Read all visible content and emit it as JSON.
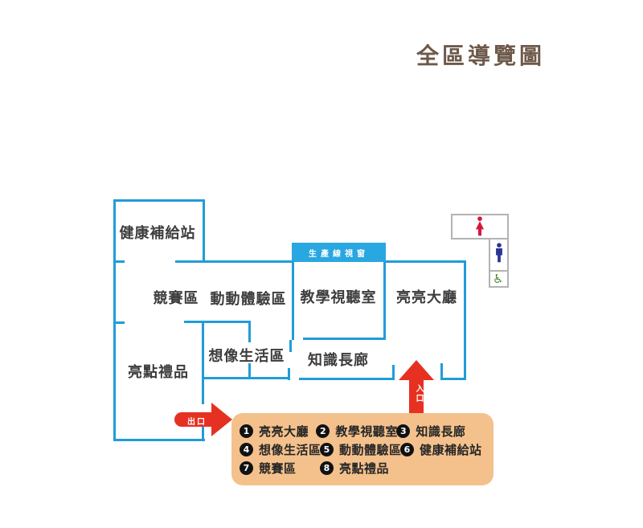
{
  "title": "全區導覽圖",
  "map": {
    "rooms": [
      {
        "id": "health-station",
        "label": "健康補給站"
      },
      {
        "id": "contest-area",
        "label": "競賽區"
      },
      {
        "id": "motion-experience",
        "label": "動動體驗區"
      },
      {
        "id": "av-classroom",
        "label": "教學視聽室"
      },
      {
        "id": "bright-hall",
        "label": "亮亮大廳"
      },
      {
        "id": "imagine-life",
        "label": "想像生活區"
      },
      {
        "id": "knowledge-corridor",
        "label": "知識長廊"
      },
      {
        "id": "gift-shop",
        "label": "亮點禮品"
      }
    ],
    "window_label": "生產線視窗",
    "exit_label": "出口",
    "entry_label": "入口",
    "restroom": {
      "female_icon": "female-restroom",
      "male_icon": "male-restroom",
      "accessible_icon": "wheelchair-accessible",
      "accessible_glyph": "♿"
    }
  },
  "legend": {
    "items": [
      {
        "num": "1",
        "label": "亮亮大廳"
      },
      {
        "num": "2",
        "label": "教學視聽室"
      },
      {
        "num": "3",
        "label": "知識長廊"
      },
      {
        "num": "4",
        "label": "想像生活區"
      },
      {
        "num": "5",
        "label": "動動體驗區"
      },
      {
        "num": "6",
        "label": "健康補給站"
      },
      {
        "num": "7",
        "label": "競賽區"
      },
      {
        "num": "8",
        "label": "亮點禮品"
      }
    ]
  },
  "colors": {
    "wall": "#219cd8",
    "window_box": "#29a7e0",
    "arrow": "#e63122",
    "legend_bg": "#f4c18c",
    "legend_circle": "#111111",
    "title": "#6d584a",
    "female_icon": "#d6173c",
    "male_icon": "#283593",
    "accessible_icon": "#4a8c2f"
  }
}
